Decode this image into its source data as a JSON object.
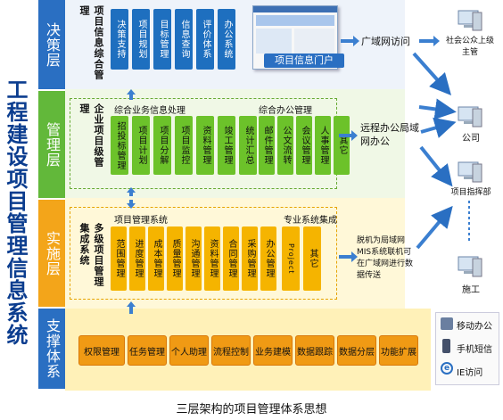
{
  "main_title": "工程建设项目管理信息系统",
  "layers": {
    "decision": "决策层",
    "management": "管理层",
    "implementation": "实施层",
    "support": "支撑体系"
  },
  "decision": {
    "group_title": "项目信息综合管理",
    "cards": [
      "决策支持",
      "项目规划",
      "目标管理",
      "信息查询",
      "评价体系",
      "办公系统"
    ],
    "portal_label": "项目信息门户",
    "network_label": "广域网访问"
  },
  "management": {
    "group_title": "企业项目级管理",
    "integrated_title": "综合业务信息处理",
    "integrated_cards": [
      "招投标管理",
      "项目计划",
      "项目分解",
      "项目监控",
      "资料管理",
      "竣工管理",
      "统计汇总"
    ],
    "office_title": "综合办公管理",
    "office_cards": [
      "邮件管理",
      "公文流转",
      "会议管理",
      "人事管理",
      "其它"
    ],
    "network_label": "远程办公局域网办公"
  },
  "implementation": {
    "group_title": "多级项目管理集成系统",
    "pm_title": "项目管理系统",
    "pm_cards": [
      "范围管理",
      "进度管理",
      "成本管理",
      "质量管理",
      "沟通管理",
      "资料管理",
      "合同管理",
      "采购管理",
      "办公管理"
    ],
    "special_title": "专业系统集成",
    "special_cards": [
      "Project",
      "其它"
    ],
    "network_label": "脱机为局域网MIS系统联机可在广域网进行数据传送"
  },
  "support": {
    "cards": [
      "权限管理",
      "任务管理",
      "个人助理",
      "流程控制",
      "业务建模",
      "数据跟踪",
      "数据分层",
      "功能扩展"
    ]
  },
  "nodes": {
    "public": "社会公众上级主管",
    "company": "公司",
    "project_dept": "项目指挥部",
    "site": "施工"
  },
  "access": {
    "mobile": "移动办公",
    "sms": "手机短信",
    "ie": "IE访问"
  },
  "caption": "三层架构的项目管理体系思想",
  "colors": {
    "decision_band": "#eef3fa",
    "management_band": "#f0f8e6",
    "implementation_band": "#fff8d8",
    "support_band": "#fff4c4",
    "blue": "#1e6fbf",
    "green": "#6cc22a",
    "yellow": "#f5b400",
    "orange": "#f09a14"
  }
}
